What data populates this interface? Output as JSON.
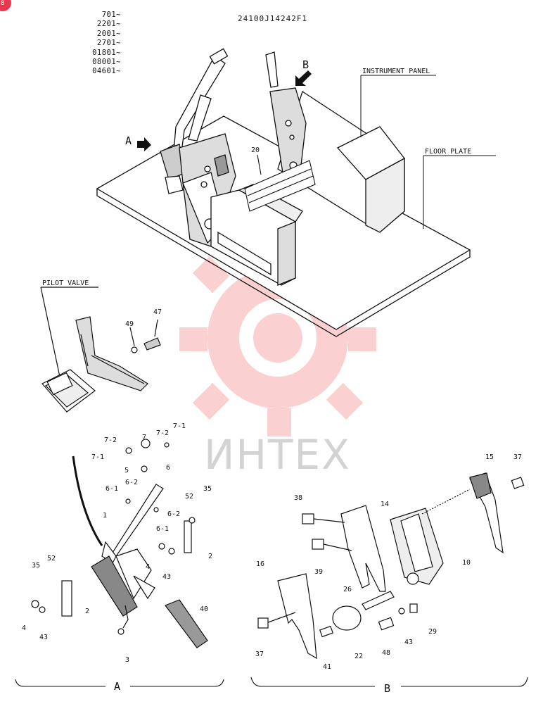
{
  "header": {
    "part_number": "24100J14242F1",
    "serial_ranges": [
      "701~",
      "2201~",
      "2001~",
      "2701~",
      "01801~",
      "08001~",
      "04601~"
    ],
    "badge": "8"
  },
  "watermark": {
    "text": "ИНТЕХ",
    "color": "#f05a5a"
  },
  "views": {
    "main": {
      "view_a": "A",
      "view_b": "B",
      "instrument_panel": "INSTRUMENT PANEL",
      "floor_plate": "FLOOR PLATE",
      "pilot_valve": "PILOT VALVE",
      "item_20": "20"
    },
    "pilot_callouts": [
      "49",
      "47"
    ],
    "section_a": {
      "label": "A",
      "callouts": [
        "7-2",
        "7",
        "7-2",
        "7-1",
        "7-1",
        "5",
        "6",
        "6-2",
        "6-1",
        "1",
        "6-2",
        "6-1",
        "52",
        "35",
        "2",
        "4",
        "43",
        "52",
        "35",
        "2",
        "4",
        "43",
        "40",
        "3"
      ]
    },
    "section_b": {
      "label": "B",
      "callouts": [
        "15",
        "37",
        "38",
        "14",
        "39",
        "10",
        "16",
        "26",
        "29",
        "43",
        "48",
        "22",
        "41",
        "37"
      ]
    }
  }
}
